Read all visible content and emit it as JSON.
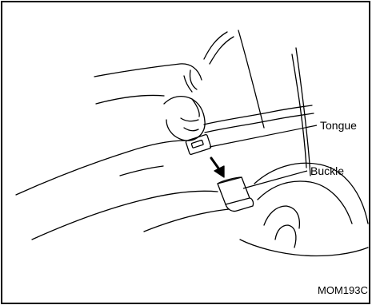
{
  "labels": {
    "tongue": "Tongue",
    "buckle": "Buckle"
  },
  "figure_code": "MOM193C"
}
